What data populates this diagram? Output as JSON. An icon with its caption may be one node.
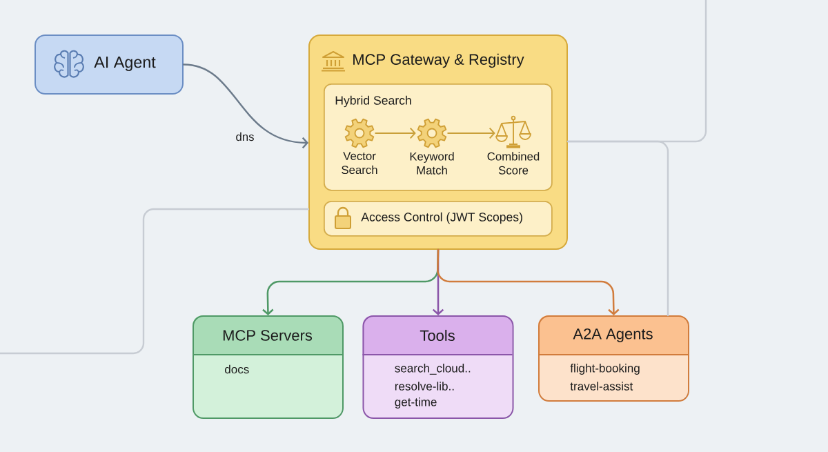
{
  "diagram": {
    "nodes": [
      {
        "text": [
          "AI Agent"
        ]
      },
      {
        "text": [
          "MCP Gateway & Registry"
        ]
      },
      {
        "text": [
          "Hybrid Search"
        ],
        "in": 1
      },
      {
        "text": [
          "Vector Search"
        ],
        "in": 2
      },
      {
        "text": [
          "Keyword Match"
        ],
        "in": 2
      },
      {
        "text": [
          "Combined Score"
        ],
        "in": 2
      },
      {
        "text": [
          "Access Control (JWT Scopes)"
        ],
        "in": 1
      },
      {
        "text": [
          "MCP Servers",
          "docs"
        ]
      },
      {
        "text": [
          "Tools",
          "search_cloud..",
          "resolve-lib..",
          "get-time"
        ]
      },
      {
        "text": [
          "A2A Agents",
          "flight-booking",
          "travel-assist"
        ]
      }
    ],
    "edges": [
      {
        "from": 0,
        "to": 1,
        "arrow": "to",
        "label": "dns",
        "color": "#6c7b8b"
      },
      {
        "from": 3,
        "to": 4,
        "arrow": "to",
        "color": "#c9a03a"
      },
      {
        "from": 4,
        "to": 5,
        "arrow": "to",
        "color": "#c9a03a"
      },
      {
        "from": 1,
        "to": 7,
        "arrow": "to",
        "color": "#4f9966"
      },
      {
        "from": 1,
        "to": 8,
        "arrow": "to",
        "color": "#8b56a9"
      },
      {
        "from": 1,
        "to": 9,
        "arrow": "to",
        "color": "#d17c3c"
      },
      {
        "from": 1,
        "to": 9,
        "arrow": "none",
        "color": "#c7ccd3"
      },
      {
        "from": null,
        "to": 1,
        "arrow": "none",
        "color": "#c7ccd3"
      },
      {
        "from": 1,
        "to": null,
        "arrow": "none",
        "color": "#c7ccd3"
      }
    ]
  }
}
